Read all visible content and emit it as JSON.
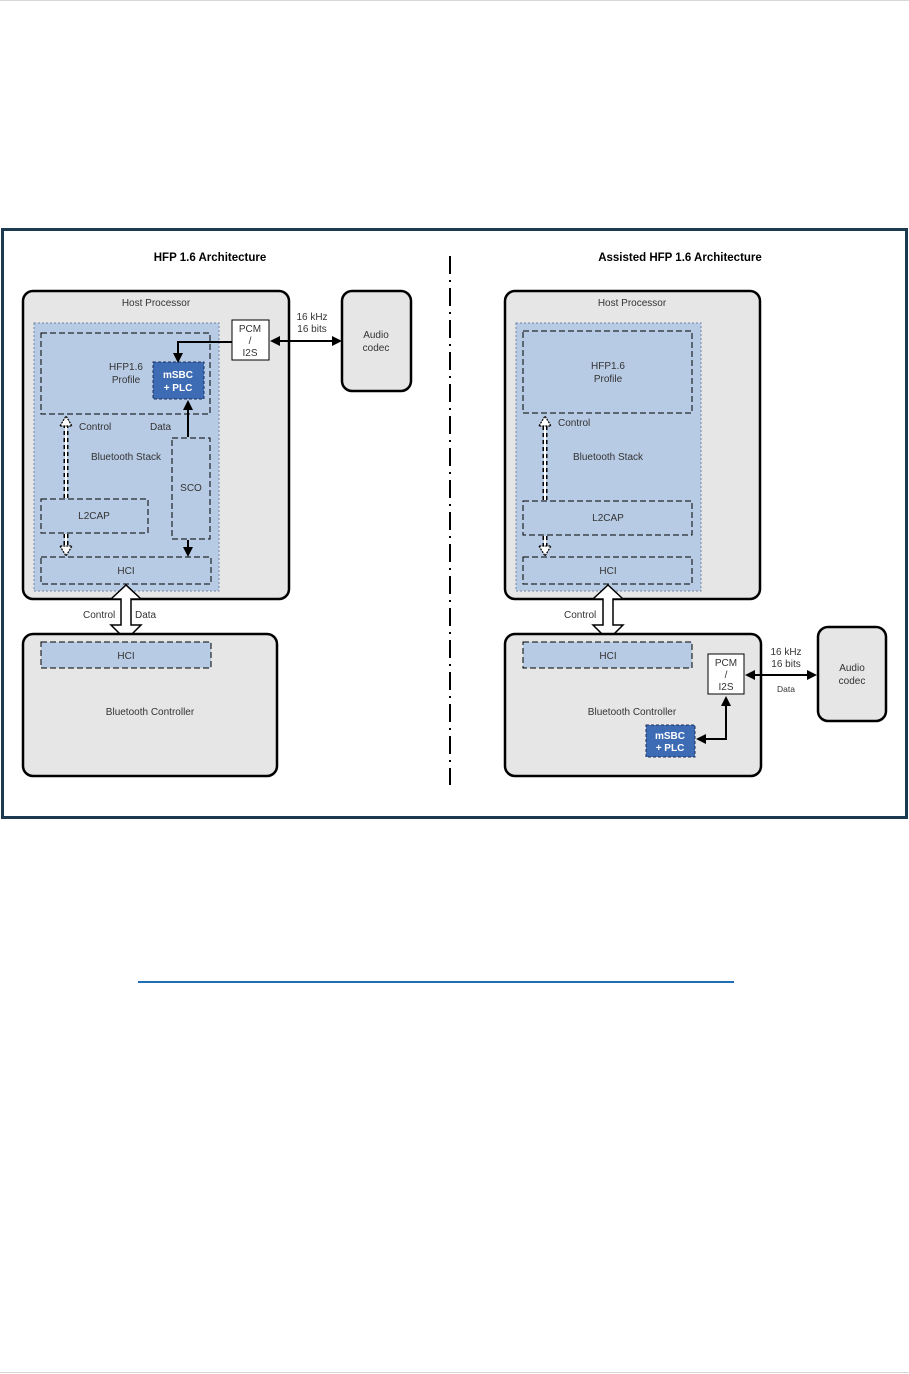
{
  "diagram": {
    "left": {
      "title": "HFP 1.6 Architecture",
      "host_processor": "Host Processor",
      "profile_line1": "HFP1.6",
      "profile_line2": "Profile",
      "codec_line1": "mSBC",
      "codec_line2": "+ PLC",
      "control_label": "Control",
      "data_label": "Data",
      "stack_label": "Bluetooth Stack",
      "sco_label": "SCO",
      "l2cap_label": "L2CAP",
      "hci_label": "HCI",
      "pcm_line1": "PCM",
      "pcm_line2": "/",
      "pcm_line3": "I2S",
      "rate_line1": "16 kHz",
      "rate_line2": "16 bits",
      "audio_line1": "Audio",
      "audio_line2": "codec",
      "hci_control_label": "Control",
      "hci_data_label": "Data",
      "controller_hci_label": "HCI",
      "controller_label": "Bluetooth Controller"
    },
    "right": {
      "title": "Assisted HFP 1.6 Architecture",
      "host_processor": "Host Processor",
      "profile_line1": "HFP1.6",
      "profile_line2": "Profile",
      "control_label": "Control",
      "stack_label": "Bluetooth Stack",
      "l2cap_label": "L2CAP",
      "hci_label": "HCI",
      "hci_control_label": "Control",
      "controller_hci_label": "HCI",
      "controller_label": "Bluetooth Controller",
      "pcm_line1": "PCM",
      "pcm_line2": "/",
      "pcm_line3": "I2S",
      "rate_line1": "16 kHz",
      "rate_line2": "16 bits",
      "data_label": "Data",
      "audio_line1": "Audio",
      "audio_line2": "codec",
      "codec_line1": "mSBC",
      "codec_line2": "+ PLC"
    }
  },
  "colors": {
    "frame": "#1c3a4f",
    "box_fill": "#e6e6e6",
    "stack_fill": "#b8cbe4",
    "codec_fill": "#3d6cb5",
    "link": "#1f6db5"
  }
}
